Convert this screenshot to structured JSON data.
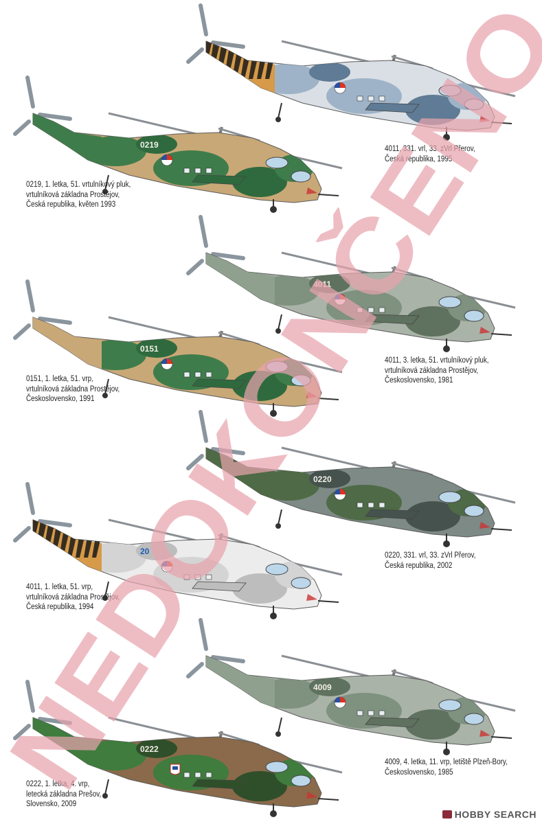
{
  "profiles": [
    {
      "caption": "4011, 331. vrl, 33. zVrl Přerov,\nČeská republika, 1995",
      "scheme": "tiger-grey",
      "serial": "",
      "colors": {
        "base": "#d9dfe5",
        "c2": "#9fb3c8",
        "c3": "#5f7b95",
        "tail": "#d69a48"
      }
    },
    {
      "caption": "0219, 1. letka, 51. vrtulníkový pluk,\nvrtulníková základna Prostějov,\nČeská republika, květen 1993",
      "scheme": "green-sand",
      "serial": "0219",
      "colors": {
        "base": "#c9a877",
        "c2": "#3f7c4b",
        "c3": "#2f6a3e",
        "tail": "#3f7c4b"
      }
    },
    {
      "caption": "4011, 3. letka, 51. vrtulníkový pluk,\nvrtulníková základna Prostějov,\nČeskoslovensko, 1981",
      "scheme": "grey-green",
      "serial": "4011",
      "colors": {
        "base": "#a9b3a8",
        "c2": "#7f917f",
        "c3": "#5f715f",
        "tail": "#8fa08f"
      }
    },
    {
      "caption": "0151, 1. letka, 51. vrp,\nvrtulníková základna Prostějov,\nČeskoslovensko, 1991",
      "scheme": "green-sand",
      "serial": "0151",
      "colors": {
        "base": "#c9a877",
        "c2": "#3f7c4b",
        "c3": "#2f6a3e",
        "tail": "#c9a877"
      }
    },
    {
      "caption": "0220, 331. vrl, 33. zVrl Přerov,\nČeská republika, 2002",
      "scheme": "dark-grey-green",
      "serial": "0220",
      "colors": {
        "base": "#7d8a86",
        "c2": "#4f6a46",
        "c3": "#45524e",
        "tail": "#4f6a46"
      }
    },
    {
      "caption": "4011, 1. letka, 51. vrp,\nvrtulníková základna Prostějov,\nČeská republika, 1994",
      "scheme": "tiger-white",
      "serial": "20",
      "colors": {
        "base": "#ececec",
        "c2": "#d4d4d4",
        "c3": "#bdbdbd",
        "tail": "#d69a48"
      }
    },
    {
      "caption": "4009, 4. letka, 11. vrp, letiště Plzeň-Bory,\nČeskoslovensko, 1985",
      "scheme": "grey-green",
      "serial": "4009",
      "colors": {
        "base": "#a9b3a8",
        "c2": "#7f917f",
        "c3": "#5f715f",
        "tail": "#8fa08f"
      }
    },
    {
      "caption": "0222, 1. letka, 4. vrp,\nletecká základna Prešov,\nSlovensko, 2009",
      "scheme": "brown-green",
      "serial": "0222",
      "colors": {
        "base": "#8a6a4a",
        "c2": "#3f7c3e",
        "c3": "#2f4f2a",
        "tail": "#3f7c3e"
      }
    }
  ],
  "watermark": {
    "text": "NEDOKONČENO",
    "color": "#e8a4ad"
  },
  "logo": {
    "text": "HOBBY SEARCH"
  }
}
